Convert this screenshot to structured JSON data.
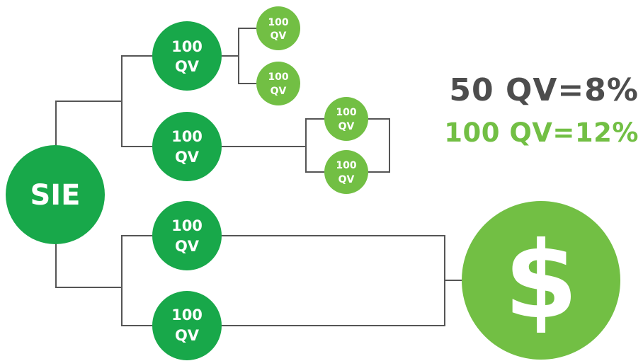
{
  "colors": {
    "dark_green": "#18a84a",
    "light_green": "#72bf44",
    "line": "#555555",
    "gray_text": "#4d4d4d"
  },
  "root": {
    "label": "SIE"
  },
  "legs": [
    {
      "value": "100",
      "unit": "QV"
    },
    {
      "value": "100",
      "unit": "QV"
    },
    {
      "value": "100",
      "unit": "QV"
    },
    {
      "value": "100",
      "unit": "QV"
    }
  ],
  "subnodes": [
    {
      "value": "100",
      "unit": "QV"
    },
    {
      "value": "100",
      "unit": "QV"
    },
    {
      "value": "100",
      "unit": "QV"
    },
    {
      "value": "100",
      "unit": "QV"
    }
  ],
  "payout": {
    "symbol": "$"
  },
  "rates": [
    {
      "text": "50 QV=8%",
      "color": "#4d4d4d"
    },
    {
      "text": "100 QV=12%",
      "color": "#72bf44"
    }
  ]
}
